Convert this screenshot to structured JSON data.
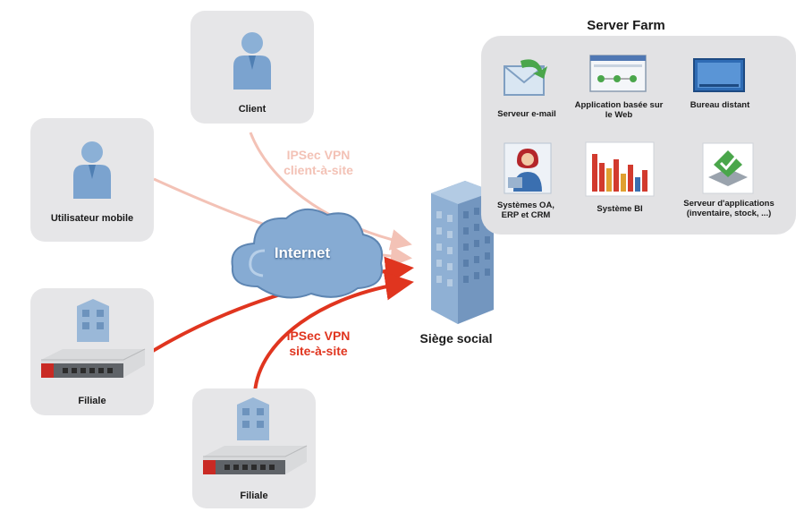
{
  "farm": {
    "title": "Server Farm",
    "items": [
      {
        "label": "Serveur e-mail",
        "icon": "mail-server-icon"
      },
      {
        "label": "Application basée sur le Web",
        "icon": "web-app-icon"
      },
      {
        "label": "Bureau distant",
        "icon": "remote-desktop-icon"
      },
      {
        "label": "Systèmes OA, ERP et CRM",
        "icon": "erp-user-icon"
      },
      {
        "label": "Système BI",
        "icon": "bi-chart-icon"
      },
      {
        "label": "Serveur d'applications (inventaire, stock, ...)",
        "icon": "app-server-icon"
      }
    ]
  },
  "nodes": {
    "client": "Client",
    "mobile": "Utilisateur mobile",
    "branch1": "Filiale",
    "branch2": "Filiale",
    "hq": "Siège social",
    "cloud": "Internet"
  },
  "vpn": {
    "client_line1": "IPSec VPN",
    "client_line2": "client-à-site",
    "site_line1": "IPSec VPN",
    "site_line2": "site-à-site"
  },
  "colors": {
    "site_vpn": "#e0351f",
    "client_vpn": "#f3c2b6",
    "cloud": "#7fa6d0",
    "card": "#e6e6e8"
  }
}
